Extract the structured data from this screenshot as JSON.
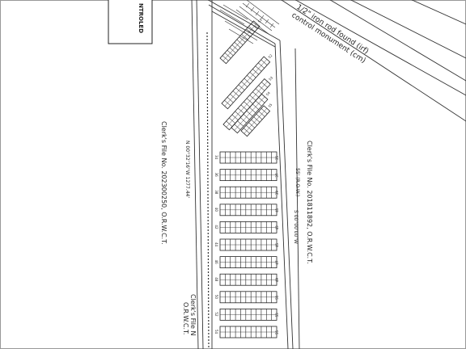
{
  "stamp": {
    "label": "NTROLED"
  },
  "notes": {
    "iron_rod": "1/2\" iron rod found (irf)",
    "control_monument": "control monument (cm)",
    "clerk_left": "Clerk's File No. 202300250, O.R.W.C.T.",
    "clerk_right": "Clerk's File No. 201811892, O.R.W.C.T.",
    "clerk_bottom_line1": "Clerk's File N",
    "clerk_bottom_line2": "O.R.W.C.T.",
    "bearing_left": "N 00°32'16\"W  1277.44'",
    "bearing_right": "S 00°00'00\"W",
    "dim_right": "55' (R.O.W.)"
  },
  "angled_rows": [
    {
      "label": "51",
      "cells": 14
    },
    {
      "label": "52",
      "cells": 15
    },
    {
      "label": "53",
      "cells": 14
    },
    {
      "label": "54",
      "cells": 10
    },
    {
      "label": "55",
      "cells": 9
    }
  ],
  "parallel_rows": [
    {
      "left_label": "34",
      "right_label": "35",
      "cells": 11
    },
    {
      "left_label": "36",
      "right_label": "37",
      "cells": 11
    },
    {
      "left_label": "38",
      "right_label": "39",
      "cells": 11
    },
    {
      "left_label": "40",
      "right_label": "41",
      "cells": 11
    },
    {
      "left_label": "42",
      "right_label": "43",
      "cells": 11
    },
    {
      "left_label": "44",
      "right_label": "45",
      "cells": 11
    },
    {
      "left_label": "46",
      "right_label": "47",
      "cells": 11
    },
    {
      "left_label": "48",
      "right_label": "49",
      "cells": 11
    },
    {
      "left_label": "50",
      "right_label": "51",
      "cells": 11
    },
    {
      "left_label": "52",
      "right_label": "53",
      "cells": 11
    },
    {
      "left_label": "54",
      "right_label": "55",
      "cells": 11
    }
  ]
}
